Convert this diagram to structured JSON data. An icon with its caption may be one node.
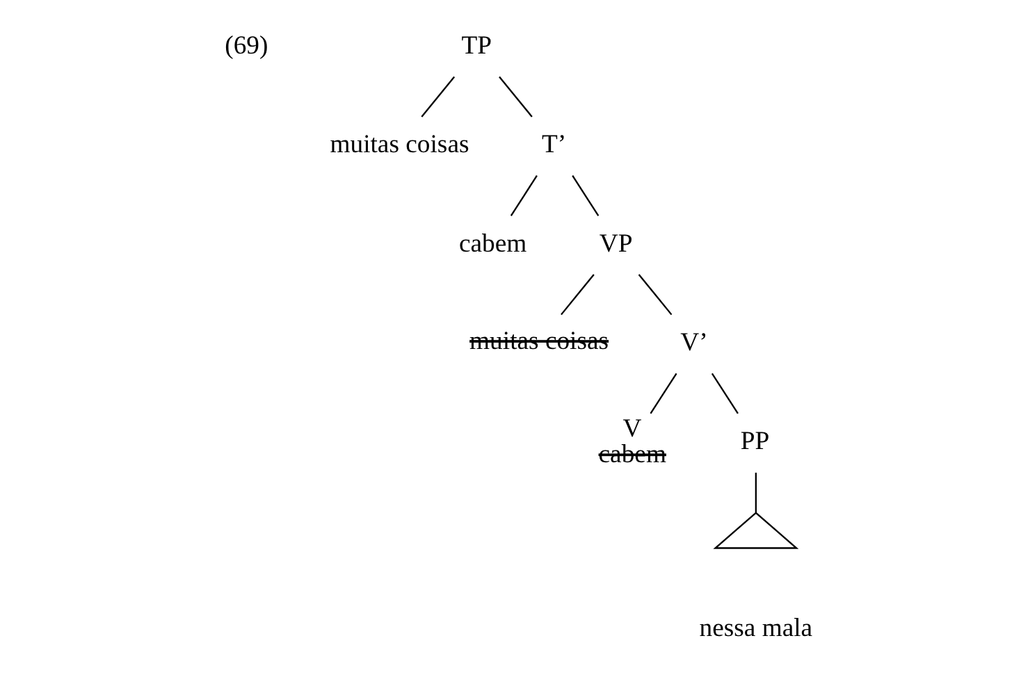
{
  "diagram": {
    "nodes": [
      {
        "text": [
          "TP"
        ]
      },
      {
        "text": [
          "muitas coisas"
        ]
      },
      {
        "text": [
          "T’"
        ]
      },
      {
        "text": [
          "cabem"
        ]
      },
      {
        "text": [
          "VP"
        ]
      },
      {
        "text": [
          "muitas coisas"
        ]
      },
      {
        "text": [
          "V’"
        ]
      },
      {
        "text": [
          "V",
          "cabem"
        ]
      },
      {
        "text": [
          "PP"
        ]
      },
      {
        "text": [],
        "shape": "triangle",
        "beside": [
          "nessa mala"
        ]
      }
    ],
    "edges": [
      {
        "from": 0,
        "to": 1,
        "arrow": "none"
      },
      {
        "from": 0,
        "to": 2,
        "arrow": "none"
      },
      {
        "from": 2,
        "to": 3,
        "arrow": "none"
      },
      {
        "from": 2,
        "to": 4,
        "arrow": "none"
      },
      {
        "from": 4,
        "to": 5,
        "arrow": "none"
      },
      {
        "from": 4,
        "to": 6,
        "arrow": "none"
      },
      {
        "from": 6,
        "to": 7,
        "arrow": "none"
      },
      {
        "from": 6,
        "to": 8,
        "arrow": "none"
      },
      {
        "from": 8,
        "to": 9,
        "arrow": "none"
      }
    ],
    "labels": [
      "(69)"
    ]
  }
}
